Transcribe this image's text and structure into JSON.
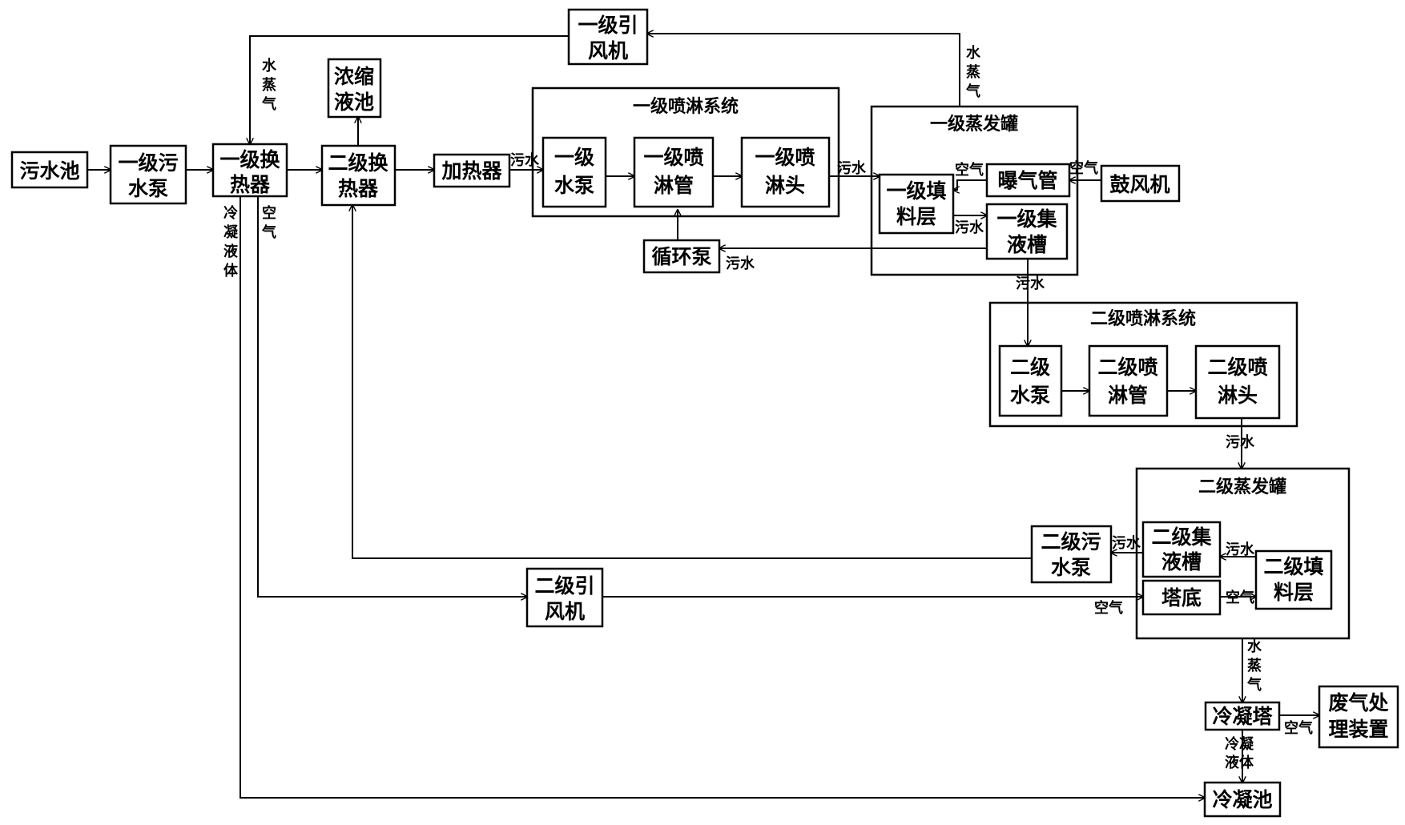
{
  "nodes": {
    "wastewater_pool": [
      "污水池"
    ],
    "pump1": [
      "一级污",
      "水泵"
    ],
    "hx1": [
      "一级换",
      "热器"
    ],
    "hx2": [
      "二级换",
      "热器"
    ],
    "conc_pool": [
      "浓缩",
      "液池"
    ],
    "heater": [
      "加热器"
    ],
    "fan1": [
      "一级引",
      "风机"
    ],
    "spray1_pump": [
      "一级",
      "水泵"
    ],
    "spray1_pipe": [
      "一级喷",
      "淋管"
    ],
    "spray1_head": [
      "一级喷",
      "淋头"
    ],
    "circ_pump": [
      "循环泵"
    ],
    "pack1": [
      "一级填",
      "料层"
    ],
    "aeration": [
      "曝气管"
    ],
    "collect1": [
      "一级集",
      "液槽"
    ],
    "blower": [
      "鼓风机"
    ],
    "spray2_pump": [
      "二级",
      "水泵"
    ],
    "spray2_pipe": [
      "二级喷",
      "淋管"
    ],
    "spray2_head": [
      "二级喷",
      "淋头"
    ],
    "pump2": [
      "二级污",
      "水泵"
    ],
    "collect2": [
      "二级集",
      "液槽"
    ],
    "pack2": [
      "二级填",
      "料层"
    ],
    "tower_bottom": [
      "塔底"
    ],
    "fan2": [
      "二级引",
      "风机"
    ],
    "condenser": [
      "冷凝塔"
    ],
    "exhaust": [
      "废气处",
      "理装置"
    ],
    "cond_pool": [
      "冷凝池"
    ]
  },
  "groups": {
    "spray1": "一级喷淋系统",
    "evap1": "一级蒸发罐",
    "spray2": "二级喷淋系统",
    "evap2": "二级蒸发罐"
  },
  "labels": {
    "steam_hx1": [
      "水",
      "蒸",
      "气"
    ],
    "steam_fan1": [
      "水",
      "蒸",
      "气"
    ],
    "steam_condenser": [
      "水",
      "蒸",
      "气"
    ],
    "cond_liquid_hx1": [
      "冷",
      "凝",
      "液",
      "体"
    ],
    "air_hx1": [
      "空",
      "气"
    ],
    "ww_heater": "污水",
    "ww_evap1": "污水",
    "air_aeration_left": "空气",
    "air_blower": "空气",
    "ww_collect1": "污水",
    "ww_circ": "污水",
    "ww_down1": "污水",
    "ww_down2": "污水",
    "ww_pump2": "污水",
    "ww_pack2": "污水",
    "air_tower": "空气",
    "air_fan2": "空气",
    "air_exhaust": "空气",
    "cond_liquid_condenser": [
      "冷凝",
      "液体"
    ]
  }
}
